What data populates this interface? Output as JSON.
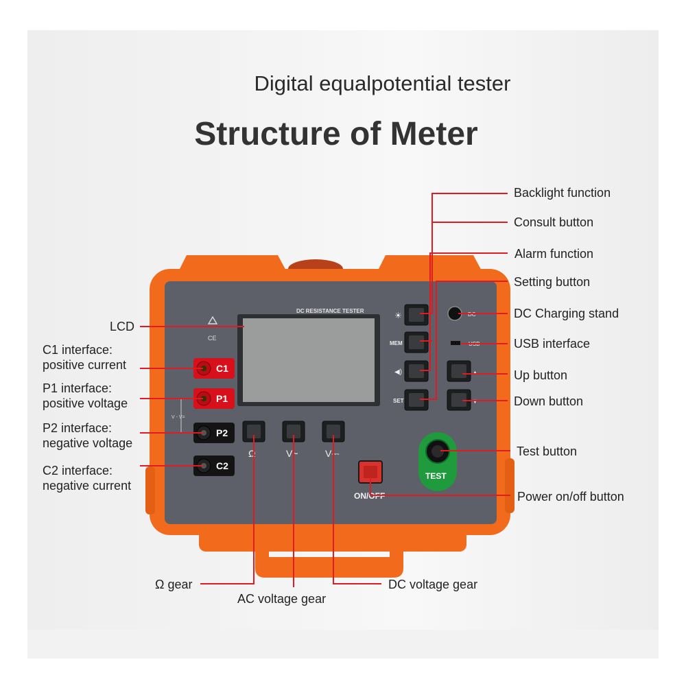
{
  "header": {
    "subtitle": "Digital equalpotential tester",
    "title": "Structure of Meter"
  },
  "panel_text": {
    "brand": "DC RESISTANCE TESTER",
    "mem_key": "MEM",
    "set_key": "SET",
    "dc_port": "DC",
    "usb_port": "USB",
    "ohm_key": "Ω",
    "vac_key": "V~",
    "vdc_key": "V⎓",
    "test_key": "TEST",
    "onoff_key": "ON/OFF",
    "c1": "C1",
    "p1": "P1",
    "p2": "P2",
    "c2": "C2",
    "ce_mark": "CE",
    "vv_mark": "V - V="
  },
  "callouts": {
    "backlight": "Backlight function",
    "consult": "Consult button",
    "alarm": "Alarm function",
    "setting": "Setting button",
    "dc_charging": "DC Charging stand",
    "usb": "USB interface",
    "up": "Up button",
    "down": "Down button",
    "test": "Test button",
    "power": "Power on/off button",
    "lcd": "LCD",
    "c1_line1": "C1 interface:",
    "c1_line2": "positive current",
    "p1_line1": "P1 interface:",
    "p1_line2": "positive voltage",
    "p2_line1": "P2 interface:",
    "p2_line2": "negative voltage",
    "c2_line1": "C2 interface:",
    "c2_line2": "negative current",
    "ohm_gear": "Ω gear",
    "ac_gear": "AC voltage gear",
    "dc_gear": "DC voltage gear"
  },
  "colors": {
    "case_orange": "#f26a1b",
    "panel_gray": "#5d6068",
    "leader_red": "#e11b22",
    "lcd_gray": "#9a9d9c",
    "test_green": "#1f9a3c"
  }
}
